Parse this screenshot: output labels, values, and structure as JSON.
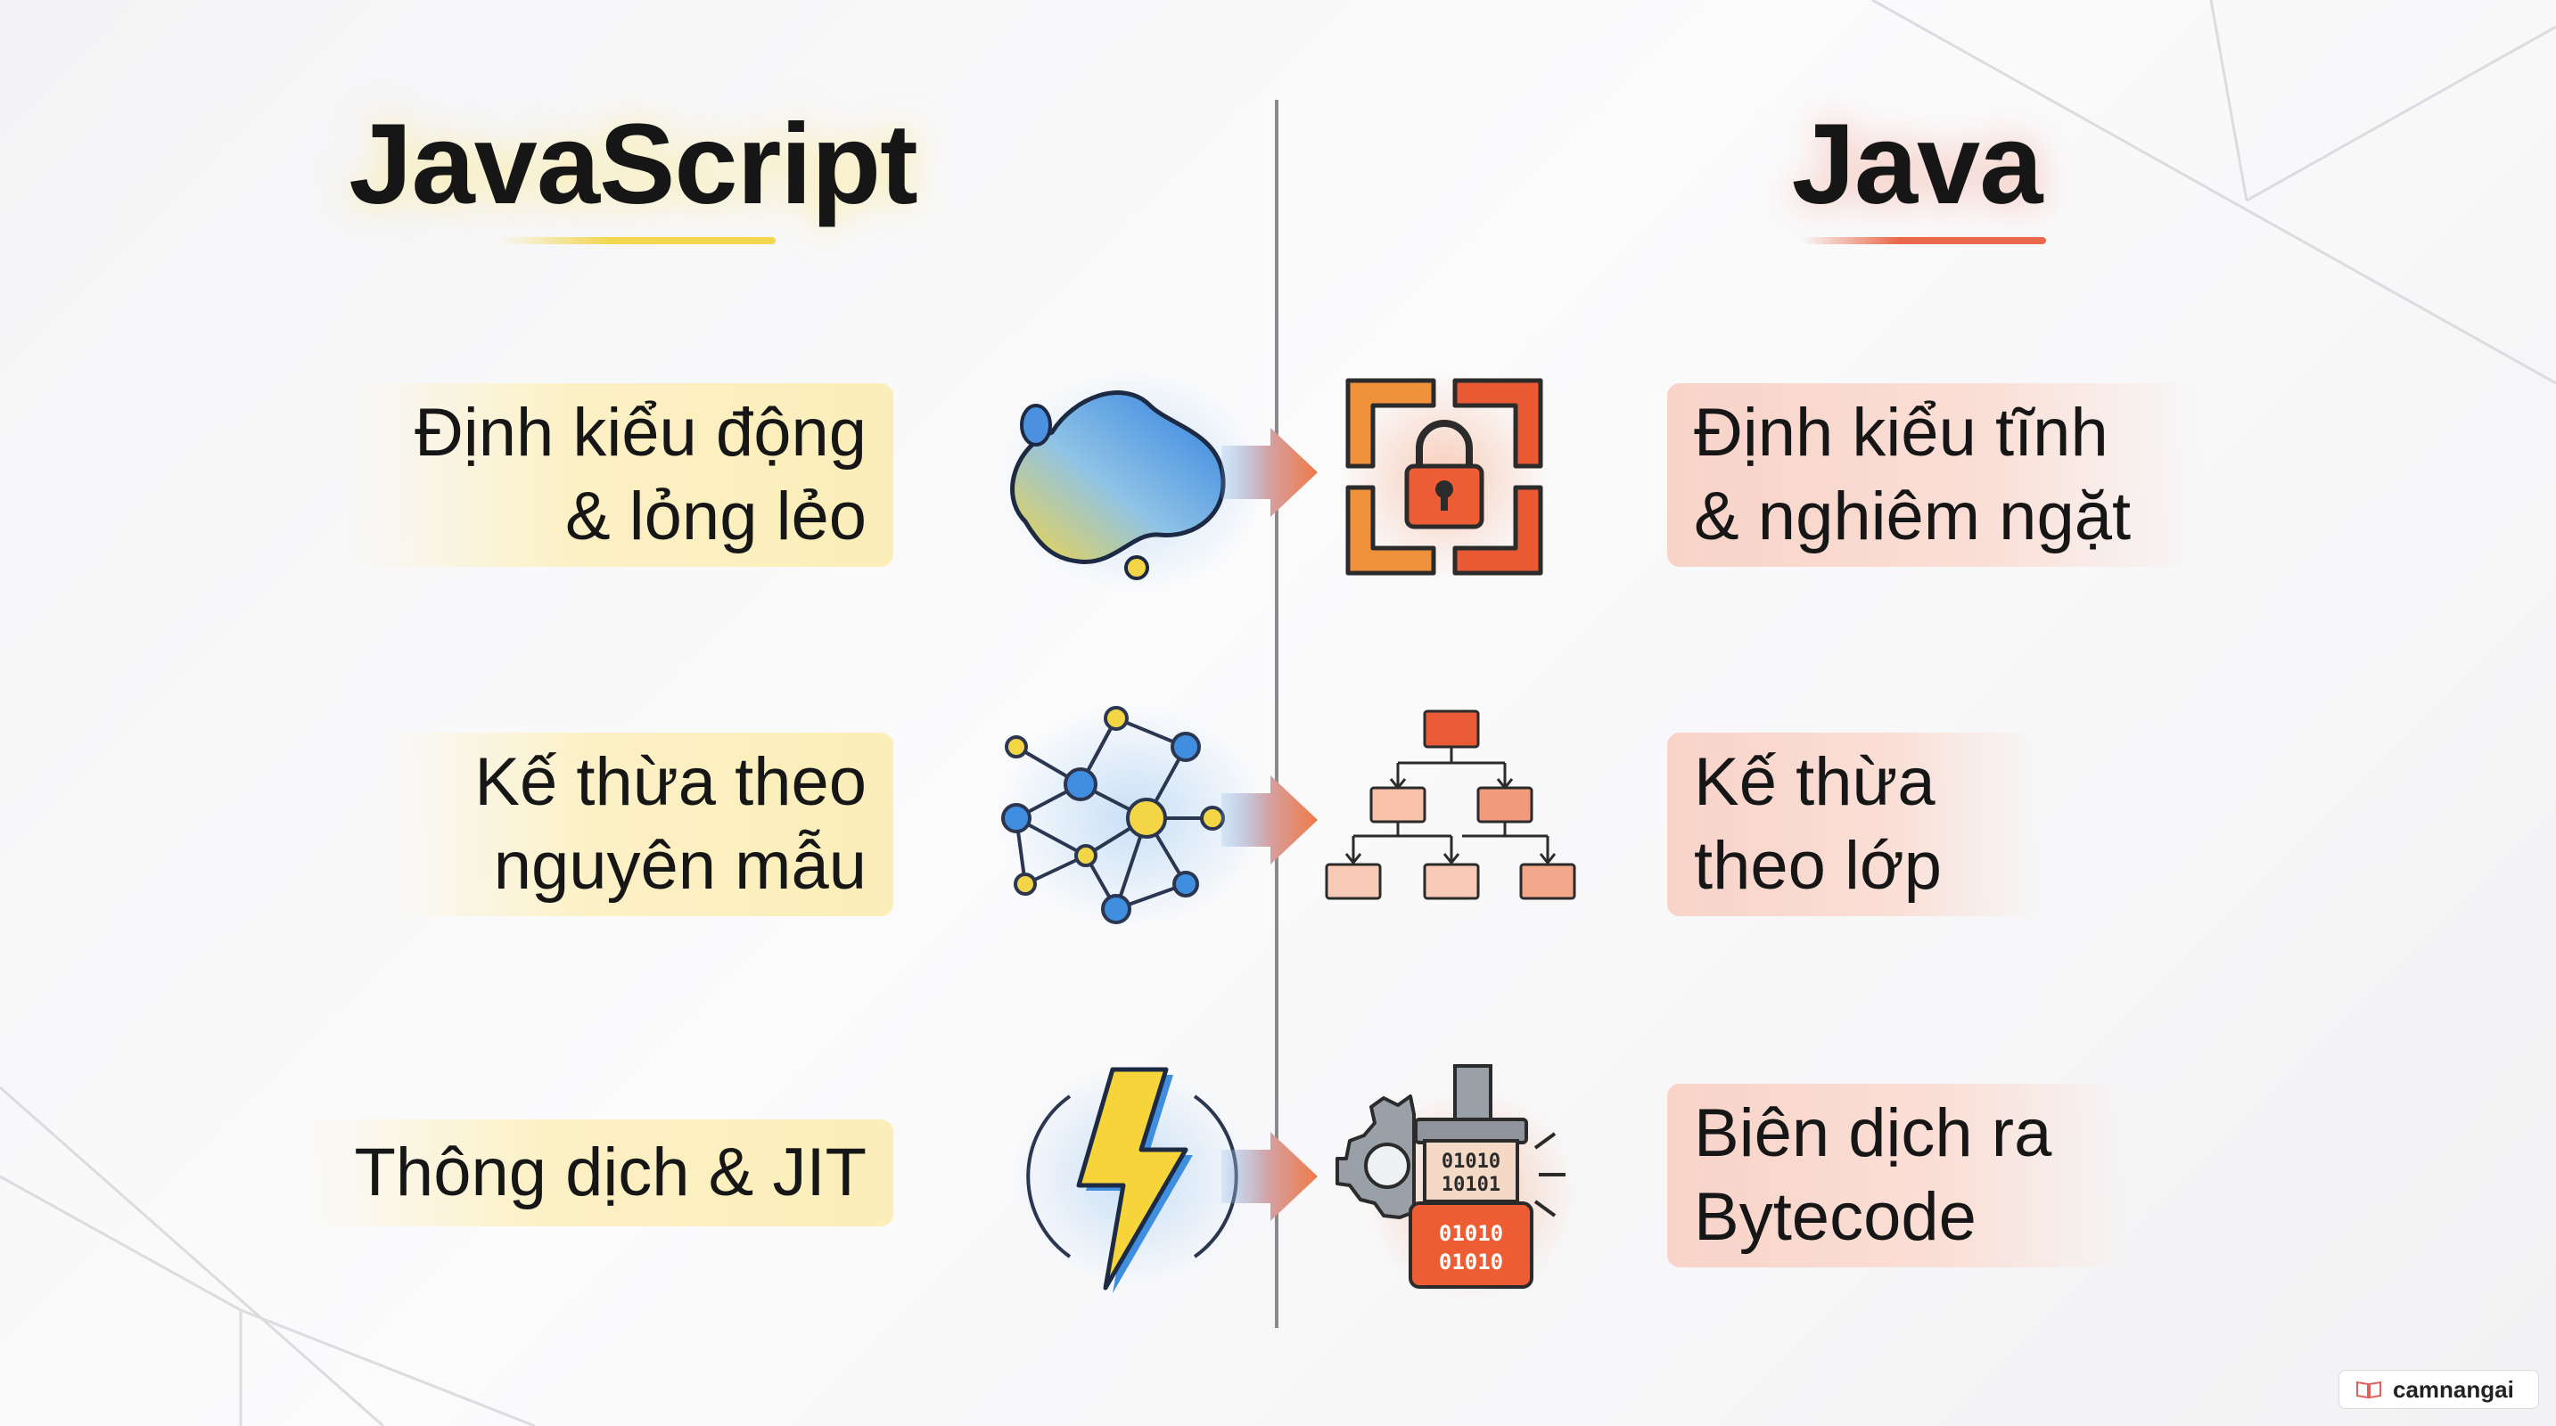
{
  "left_column": {
    "title": "JavaScript",
    "items": [
      {
        "lines": [
          "Định kiểu động",
          "& lỏng lẻo"
        ],
        "icon": "fluid-blob-icon"
      },
      {
        "lines": [
          "Kế thừa theo",
          "nguyên mẫu"
        ],
        "icon": "node-network-icon"
      },
      {
        "lines": [
          "Thông dịch & JIT"
        ],
        "icon": "lightning-bolt-icon"
      }
    ]
  },
  "right_column": {
    "title": "Java",
    "items": [
      {
        "lines": [
          "Định kiểu tĩnh",
          "& nghiêm ngặt"
        ],
        "icon": "padlock-frame-icon"
      },
      {
        "lines": [
          "Kế thừa",
          "theo lớp"
        ],
        "icon": "class-hierarchy-icon"
      },
      {
        "lines": [
          "Biên dịch ra",
          "Bytecode"
        ],
        "icon": "bytecode-compiler-icon"
      }
    ]
  },
  "watermark": {
    "text": "camnangai",
    "icon": "book-icon"
  },
  "colors": {
    "js_accent": "#f2d650",
    "java_accent": "#e9694a",
    "blue": "#3f8ee0",
    "orange": "#f07a38",
    "divider": "#8a8a8e"
  }
}
